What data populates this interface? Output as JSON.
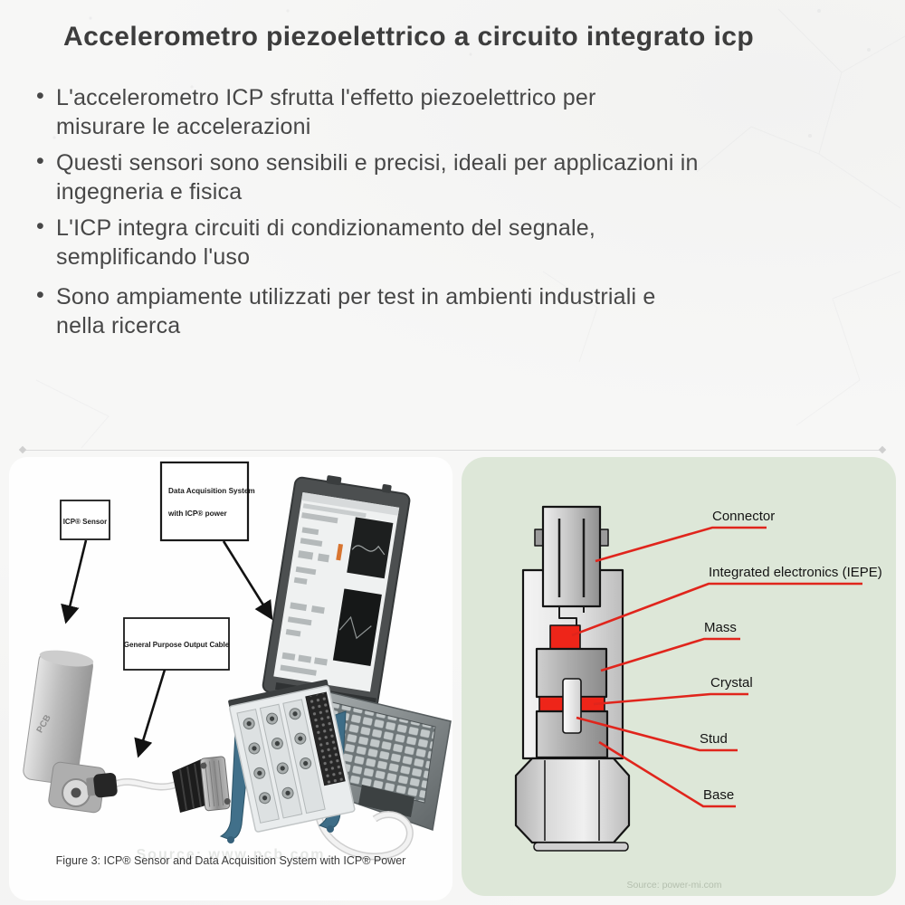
{
  "colors": {
    "accent_red": "#e0251c",
    "component_red": "#ee2519",
    "panel_green": "#dde7d8",
    "text_dark": "#3d3d3d",
    "daq_teal": "#41708a"
  },
  "page": {
    "title": "Accelerometro piezoelettrico a circuito integrato icp",
    "bullet_char": "•",
    "bullets": [
      {
        "lines": [
          "L'accelerometro ICP sfrutta l'effetto piezoelettrico per",
          "misurare le accelerazioni"
        ]
      },
      {
        "lines": [
          "Questi sensori sono sensibili e precisi, ideali per applicazioni in",
          "ingegneria e fisica"
        ]
      },
      {
        "lines": [
          "L'ICP integra circuiti di condizionamento del segnale,",
          "semplificando l'uso"
        ]
      },
      {
        "lines": [
          "Sono ampiamente utilizzati per test in ambienti industriali e",
          "nella ricerca"
        ]
      }
    ]
  },
  "figure_left": {
    "sensor_label": "ICP® Sensor",
    "daq_label_line1": "Data Acquisition System",
    "daq_label_line2": "with ICP® power",
    "cable_label": "General Purpose Output Cable",
    "caption": "Figure 3: ICP® Sensor and Data Acquisition System with ICP® Power",
    "watermark": "Source: www.pcb.com",
    "sensor_logo": "PCB"
  },
  "figure_right": {
    "labels": {
      "connector": "Connector",
      "iepe": "Integrated electronics (IEPE)",
      "mass": "Mass",
      "crystal": "Crystal",
      "stud": "Stud",
      "base": "Base"
    },
    "source": "Source: power-mi.com"
  }
}
